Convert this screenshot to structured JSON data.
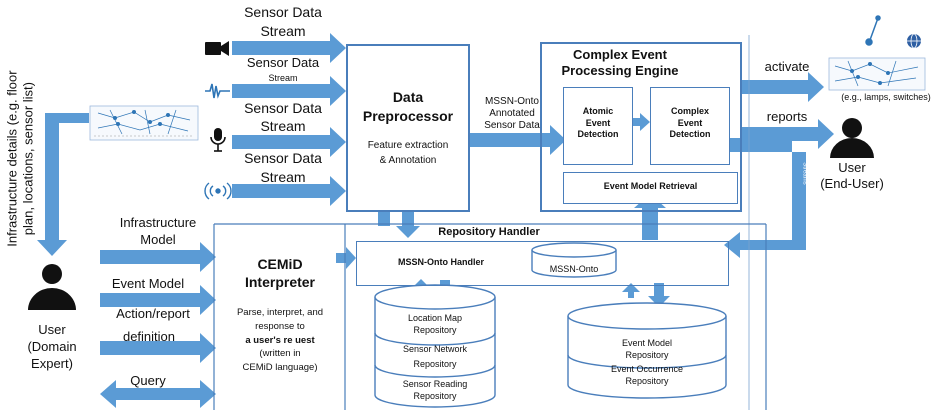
{
  "inputs": {
    "stream1": [
      "Sensor Data",
      "Stream"
    ],
    "stream2": [
      "Sensor Data",
      "Stream"
    ],
    "stream3": [
      "Sensor Data",
      "Stream"
    ],
    "stream4": [
      "Sensor Data",
      "Stream"
    ],
    "infra_model": [
      "Infrastructure",
      "Model"
    ],
    "event_model": "Event Model",
    "action_report": [
      "Action/report",
      "definition"
    ],
    "query": "Query",
    "infra_details": [
      "Infrastructure details (e.g. floor",
      "plan, locations, sensor list)"
    ]
  },
  "data_preprocessor": {
    "title": [
      "Data",
      "Preprocessor"
    ],
    "subtitle": [
      "Feature extraction",
      "& Annotation"
    ]
  },
  "annotated": [
    "MSSN-Onto",
    "Annotated",
    "Sensor Data"
  ],
  "cep": {
    "title": [
      "Complex Event",
      "Processing Engine"
    ],
    "atomic": [
      "Atomic",
      "Event",
      "Detection"
    ],
    "complex": [
      "Complex",
      "Event",
      "Detection"
    ],
    "retrieval": "Event Model Retrieval"
  },
  "outputs": {
    "activate": "activate",
    "actuators": "(e.g., lamps, switches)",
    "reports": "reports",
    "end_user": [
      "User",
      "(End-User)"
    ],
    "streams_vertical": "Streams"
  },
  "domain_expert": [
    "User",
    "(Domain",
    "Expert)"
  ],
  "interpreter": {
    "title": [
      "CEMiD",
      "Interpreter"
    ],
    "desc": [
      "Parse, interpret, and",
      "response to",
      "a user's re uest",
      "(written in",
      "CEMiD language)"
    ]
  },
  "repository": {
    "title": "Repository Handler",
    "handler": "MSSN-Onto Handler",
    "onto": "MSSN-Onto",
    "location": [
      "Location Map",
      "Repository"
    ],
    "sensor_network": [
      "Sensor Network",
      "Repository"
    ],
    "sensor_reading": [
      "Sensor Reading",
      "Repository"
    ],
    "event_model": [
      "Event Model",
      "Repository"
    ],
    "event_occurrence": [
      "Event Occurrence",
      "Repository"
    ]
  },
  "colors": {
    "arrow": "#5b9bd5",
    "border": "#4a7ebb",
    "text": "#111111"
  }
}
